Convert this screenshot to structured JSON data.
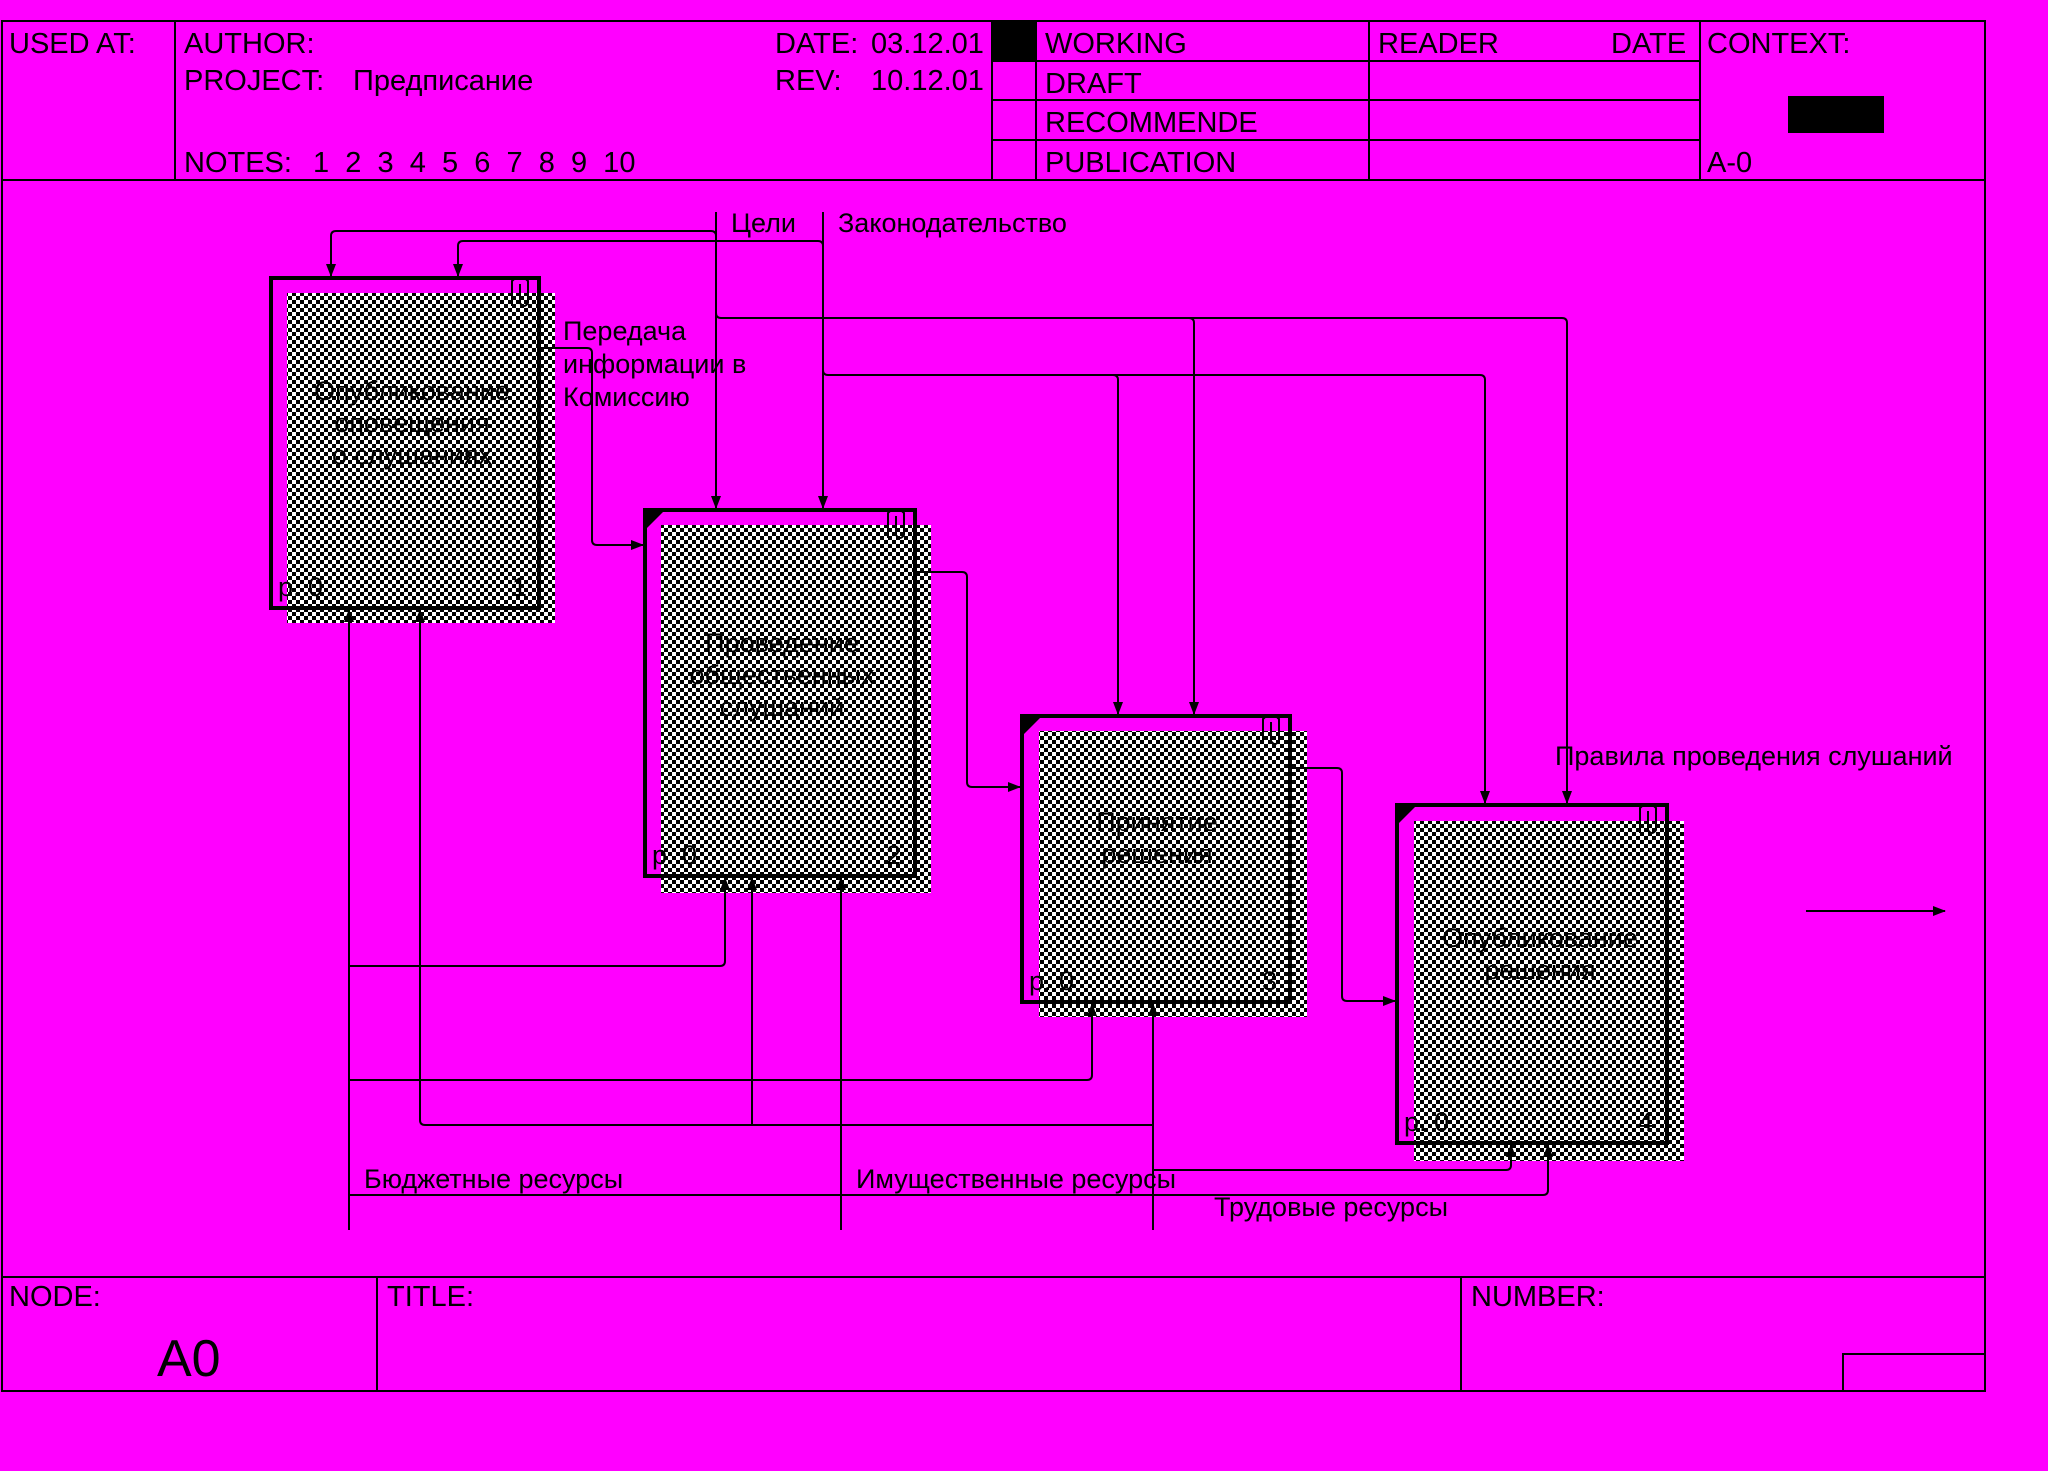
{
  "header": {
    "used_at_label": "USED AT:",
    "author_label": "AUTHOR:",
    "project_label": "PROJECT:",
    "project_value": "Предписание",
    "date_label": "DATE:",
    "date_value": "03.12.01",
    "rev_label": "REV:",
    "rev_value": "10.12.01",
    "notes_label": "NOTES:",
    "notes_numbers": "1  2  3  4  5  6  7  8  9  10",
    "status": [
      "WORKING",
      "DRAFT",
      "RECOMMENDE",
      "PUBLICATION"
    ],
    "reader_label": "READER",
    "reader_date_label": "DATE",
    "context_label": "CONTEXT:",
    "context_node": "A-0"
  },
  "boxes": [
    {
      "lines": [
        "Опубликование",
        "оповещения",
        "о слушаниях"
      ],
      "cost": "р. 0",
      "number": "1"
    },
    {
      "lines": [
        "Проведение",
        "общественных",
        "слушаний"
      ],
      "cost": "р. 0",
      "number": "2"
    },
    {
      "lines": [
        "Принятие",
        "решения"
      ],
      "cost": "р. 0",
      "number": "3"
    },
    {
      "lines": [
        "Опубликование",
        "решения"
      ],
      "cost": "р. 0",
      "number": "4"
    }
  ],
  "arrow_labels": {
    "goals": "Цели",
    "legislation": "Законодательство",
    "transfer": [
      "Передача",
      "информации в",
      "Комиссию"
    ],
    "rules": "Правила проведения слушаний",
    "budget": "Бюджетные ресурсы",
    "property": "Имущественные ресурсы",
    "labor": "Трудовые ресурсы"
  },
  "footer": {
    "node_label": "NODE:",
    "node_value": "A0",
    "title_label": "TITLE:",
    "number_label": "NUMBER:"
  },
  "colors": {
    "background": "#ff00ff",
    "line": "#000000",
    "box_fill": "#ffffff"
  }
}
